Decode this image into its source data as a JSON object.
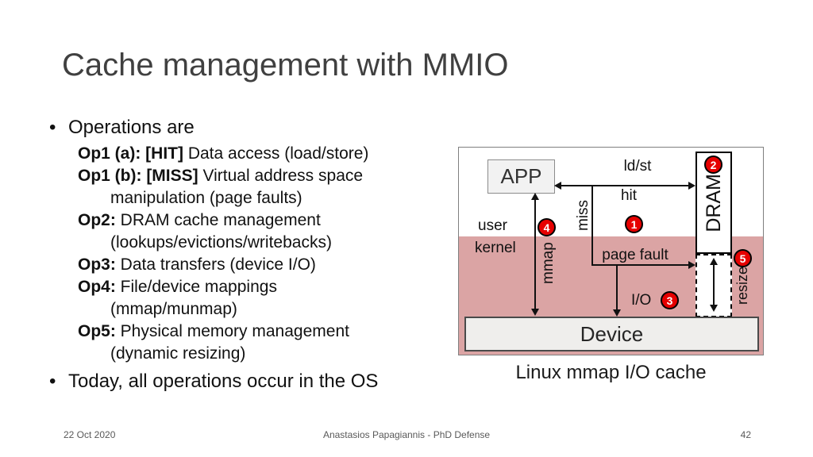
{
  "slide": {
    "title": "Cache management with MMIO",
    "footer": {
      "date": "22 Oct 2020",
      "credit": "Anastasios Papagiannis - PhD Defense",
      "page_number": "42"
    }
  },
  "content": {
    "bullet1": "Operations are",
    "ops": [
      {
        "lead": "Op1 (a): [HIT]",
        "rest": " Data access (load/store)"
      },
      {
        "lead": "Op1 (b): [MISS]",
        "rest": " Virtual address space manipulation (page faults)"
      },
      {
        "lead": "Op2:",
        "rest": " DRAM cache management (lookups/evictions/writebacks)"
      },
      {
        "lead": "Op3:",
        "rest": " Data transfers (device I/O)"
      },
      {
        "lead": "Op4:",
        "rest": " File/device mappings (mmap/munmap)"
      },
      {
        "lead": "Op5:",
        "rest": " Physical memory management (dynamic resizing)"
      }
    ],
    "bullet2": "Today, all operations occur in the OS"
  },
  "diagram": {
    "app": "APP",
    "dram": "DRAM",
    "device": "Device",
    "user": "user",
    "kernel": "kernel",
    "ldst": "ld/st",
    "hit": "hit",
    "miss": "miss",
    "mmap": "mmap",
    "page_fault": "page fault",
    "io": "I/O",
    "resize": "resize",
    "badges": [
      "1",
      "2",
      "3",
      "4",
      "5"
    ],
    "caption": "Linux mmap I/O cache",
    "colors": {
      "kernel_bg": "#dba4a4",
      "badge_red": "#e60000"
    }
  }
}
